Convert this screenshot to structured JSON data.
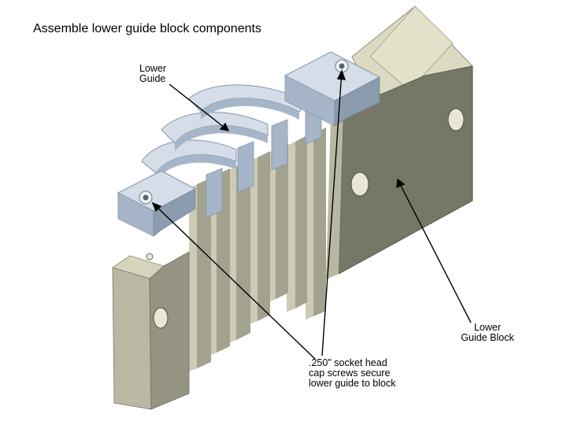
{
  "title": "Assemble lower guide block components",
  "callouts": {
    "lower_guide": [
      "Lower",
      "Guide"
    ],
    "lower_guide_block": [
      "Lower",
      "Guide Block"
    ],
    "screws": [
      ".250\" socket head",
      "cap screws secure",
      "lower guide to block"
    ]
  },
  "colors": {
    "block_face": "#747565",
    "block_front": "#9c9c8a",
    "block_top": "#cfcdb4",
    "block_light": "#e2e0c8",
    "guide_top": "#d3dde8",
    "guide_side": "#a4b4c6",
    "guide_dark": "#8697aa"
  }
}
